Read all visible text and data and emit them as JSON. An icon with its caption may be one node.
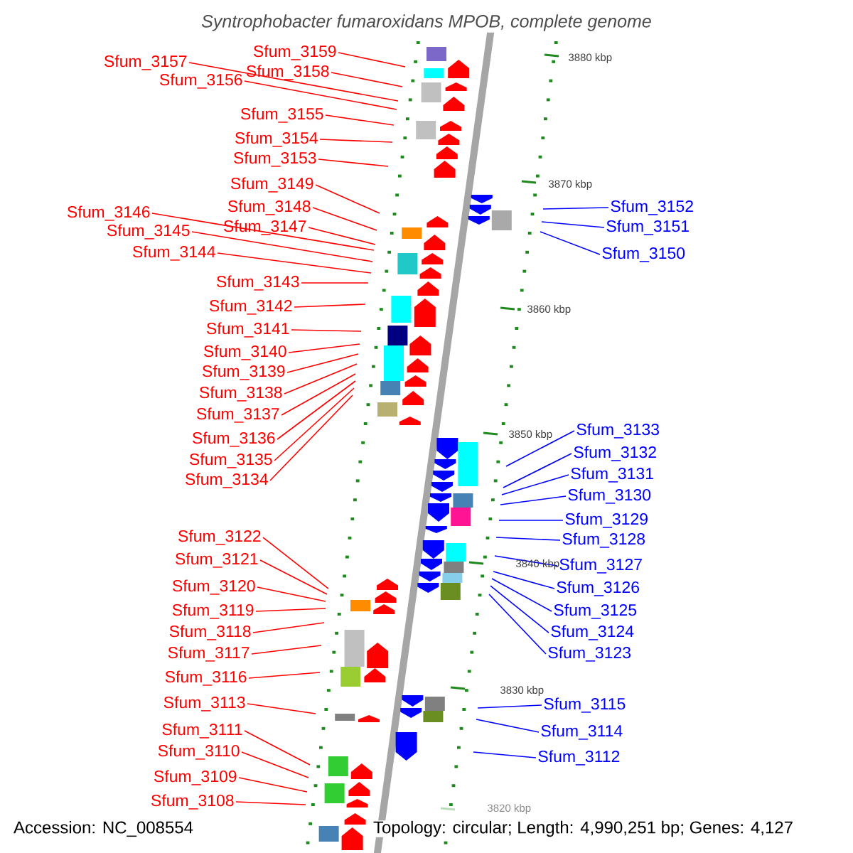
{
  "diagram": {
    "title": "Syntrophobacter fumaroxidans MPOB, complete genome",
    "nodes": [
      {
        "text": [
          "Sfum_3159"
        ]
      },
      {
        "text": [
          "Sfum_3157"
        ]
      },
      {
        "text": [
          "Sfum_3158"
        ]
      },
      {
        "text": [
          "Sfum_3156"
        ]
      },
      {
        "text": [
          "Sfum_3155"
        ]
      },
      {
        "text": [
          "Sfum_3154"
        ]
      },
      {
        "text": [
          "Sfum_3153"
        ]
      },
      {
        "text": [
          "Sfum_3149"
        ]
      },
      {
        "text": [
          "Sfum_3148"
        ]
      },
      {
        "text": [
          "Sfum_3146"
        ]
      },
      {
        "text": [
          "Sfum_3147"
        ]
      },
      {
        "text": [
          "Sfum_3145"
        ]
      },
      {
        "text": [
          "Sfum_3144"
        ]
      },
      {
        "text": [
          "Sfum_3143"
        ]
      },
      {
        "text": [
          "Sfum_3142"
        ]
      },
      {
        "text": [
          "Sfum_3141"
        ]
      },
      {
        "text": [
          "Sfum_3140"
        ]
      },
      {
        "text": [
          "Sfum_3139"
        ]
      },
      {
        "text": [
          "Sfum_3138"
        ]
      },
      {
        "text": [
          "Sfum_3137"
        ]
      },
      {
        "text": [
          "Sfum_3136"
        ]
      },
      {
        "text": [
          "Sfum_3135"
        ]
      },
      {
        "text": [
          "Sfum_3134"
        ]
      },
      {
        "text": [
          "Sfum_3122"
        ]
      },
      {
        "text": [
          "Sfum_3121"
        ]
      },
      {
        "text": [
          "Sfum_3120"
        ]
      },
      {
        "text": [
          "Sfum_3119"
        ]
      },
      {
        "text": [
          "Sfum_3118"
        ]
      },
      {
        "text": [
          "Sfum_3117"
        ]
      },
      {
        "text": [
          "Sfum_3116"
        ]
      },
      {
        "text": [
          "Sfum_3113"
        ]
      },
      {
        "text": [
          "Sfum_3111"
        ]
      },
      {
        "text": [
          "Sfum_3110"
        ]
      },
      {
        "text": [
          "Sfum_3109"
        ]
      },
      {
        "text": [
          "Sfum_3108"
        ]
      },
      {
        "text": [
          "Sfum_3152"
        ]
      },
      {
        "text": [
          "Sfum_3151"
        ]
      },
      {
        "text": [
          "Sfum_3150"
        ]
      },
      {
        "text": [
          "Sfum_3133"
        ]
      },
      {
        "text": [
          "Sfum_3132"
        ]
      },
      {
        "text": [
          "Sfum_3131"
        ]
      },
      {
        "text": [
          "Sfum_3130"
        ]
      },
      {
        "text": [
          "Sfum_3129"
        ]
      },
      {
        "text": [
          "Sfum_3128"
        ]
      },
      {
        "text": [
          "Sfum_3127"
        ]
      },
      {
        "text": [
          "Sfum_3126"
        ]
      },
      {
        "text": [
          "Sfum_3125"
        ]
      },
      {
        "text": [
          "Sfum_3124"
        ]
      },
      {
        "text": [
          "Sfum_3123"
        ]
      },
      {
        "text": [
          "Sfum_3115"
        ]
      },
      {
        "text": [
          "Sfum_3114"
        ]
      },
      {
        "text": [
          "Sfum_3112"
        ]
      }
    ],
    "edges": [
      {
        "from": 0,
        "to": null,
        "arrow": "none"
      },
      {
        "from": 1,
        "to": null,
        "arrow": "none"
      },
      {
        "from": 2,
        "to": null,
        "arrow": "none"
      },
      {
        "from": 3,
        "to": null,
        "arrow": "none"
      },
      {
        "from": 4,
        "to": null,
        "arrow": "none"
      },
      {
        "from": 5,
        "to": null,
        "arrow": "none"
      },
      {
        "from": 6,
        "to": null,
        "arrow": "none"
      },
      {
        "from": 7,
        "to": null,
        "arrow": "none"
      },
      {
        "from": 8,
        "to": null,
        "arrow": "none"
      },
      {
        "from": 9,
        "to": null,
        "arrow": "none"
      },
      {
        "from": 10,
        "to": null,
        "arrow": "none"
      },
      {
        "from": 11,
        "to": null,
        "arrow": "none"
      },
      {
        "from": 12,
        "to": null,
        "arrow": "none"
      },
      {
        "from": 13,
        "to": null,
        "arrow": "none"
      },
      {
        "from": 14,
        "to": null,
        "arrow": "none"
      },
      {
        "from": 15,
        "to": null,
        "arrow": "none"
      },
      {
        "from": 16,
        "to": null,
        "arrow": "none"
      },
      {
        "from": 17,
        "to": null,
        "arrow": "none"
      },
      {
        "from": 18,
        "to": null,
        "arrow": "none"
      },
      {
        "from": 19,
        "to": null,
        "arrow": "none"
      },
      {
        "from": 20,
        "to": null,
        "arrow": "none"
      },
      {
        "from": 21,
        "to": null,
        "arrow": "none"
      },
      {
        "from": 22,
        "to": null,
        "arrow": "none"
      },
      {
        "from": 23,
        "to": null,
        "arrow": "none"
      },
      {
        "from": 24,
        "to": null,
        "arrow": "none"
      },
      {
        "from": 25,
        "to": null,
        "arrow": "none"
      },
      {
        "from": 26,
        "to": null,
        "arrow": "none"
      },
      {
        "from": 27,
        "to": null,
        "arrow": "none"
      },
      {
        "from": 28,
        "to": null,
        "arrow": "none"
      },
      {
        "from": 29,
        "to": null,
        "arrow": "none"
      },
      {
        "from": 30,
        "to": null,
        "arrow": "none"
      },
      {
        "from": 31,
        "to": null,
        "arrow": "none"
      },
      {
        "from": 32,
        "to": null,
        "arrow": "none"
      },
      {
        "from": 33,
        "to": null,
        "arrow": "none"
      },
      {
        "from": 34,
        "to": null,
        "arrow": "none"
      },
      {
        "from": 35,
        "to": null,
        "arrow": "none",
        "color": "#0000ff"
      },
      {
        "from": 36,
        "to": null,
        "arrow": "none",
        "color": "#0000ff"
      },
      {
        "from": 37,
        "to": null,
        "arrow": "none",
        "color": "#0000ff"
      },
      {
        "from": 38,
        "to": null,
        "arrow": "none",
        "color": "#0000ff"
      },
      {
        "from": 39,
        "to": null,
        "arrow": "none",
        "color": "#0000ff"
      },
      {
        "from": 40,
        "to": null,
        "arrow": "none",
        "color": "#0000ff"
      },
      {
        "from": 41,
        "to": null,
        "arrow": "none",
        "color": "#0000ff"
      },
      {
        "from": 42,
        "to": null,
        "arrow": "none",
        "color": "#0000ff"
      },
      {
        "from": 43,
        "to": null,
        "arrow": "none",
        "color": "#0000ff"
      },
      {
        "from": 44,
        "to": null,
        "arrow": "none",
        "color": "#0000ff"
      },
      {
        "from": 45,
        "to": null,
        "arrow": "none",
        "color": "#0000ff"
      },
      {
        "from": 46,
        "to": null,
        "arrow": "none",
        "color": "#0000ff"
      },
      {
        "from": 47,
        "to": null,
        "arrow": "none",
        "color": "#0000ff"
      },
      {
        "from": 48,
        "to": null,
        "arrow": "none",
        "color": "#0000ff"
      },
      {
        "from": 49,
        "to": null,
        "arrow": "none",
        "color": "#0000ff"
      },
      {
        "from": 50,
        "to": null,
        "arrow": "none",
        "color": "#0000ff"
      },
      {
        "from": 51,
        "to": null,
        "arrow": "none",
        "color": "#0000ff"
      }
    ],
    "labels": [
      "3880 kbp",
      "3870 kbp",
      "3860 kbp",
      "3850 kbp",
      "3840 kbp",
      "3830 kbp",
      "3820 kbp",
      "Accession: NC_008554",
      "Topology: circular; Length: 4,990,251 bp; Genes: 4,127"
    ]
  }
}
